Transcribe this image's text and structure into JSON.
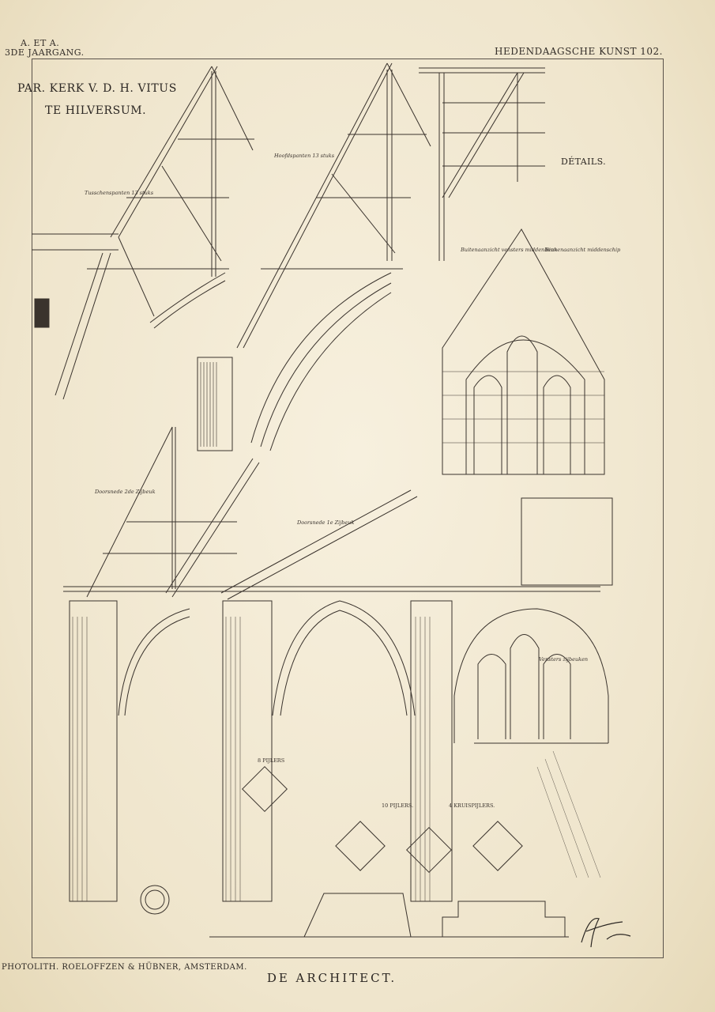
{
  "header": {
    "left_line1": "A. ET A.",
    "left_line2": "3DE JAARGANG.",
    "right": "HEDENDAAGSCHE KUNST 102."
  },
  "title": {
    "line1": "PAR. KERK V. D. H. VITUS",
    "line2": "TE HILVERSUM."
  },
  "details_label": "DÉTAILS.",
  "labels": {
    "tusschenspanten": "Tusschenspanten 13 stuks",
    "hoofdspanten": "Hoofdspanten 13 stuks",
    "doorsnede_2": "Doorsnede 2de Zijbeuk",
    "doorsnede_1": "Doorsnede 1e Zijbeuk",
    "buitenaanzicht": "Buitenaanzicht vensters middenbeuk",
    "binnenaanzicht": "Binnenaanzicht middenschip",
    "vensters": "Vensters zijbeuken",
    "pijlers_4": "4 KRUISPIJLERS.",
    "pijlers_10": "10 PIJLERS.",
    "pijlers_8": "8 PIJLERS"
  },
  "footer": {
    "left": "PHOTOLITH. ROELOFFZEN & HÜBNER, AMSTERDAM.",
    "center": "DE ARCHITECT."
  },
  "colors": {
    "paper": "#f4ecd8",
    "ink": "#2b2622"
  }
}
